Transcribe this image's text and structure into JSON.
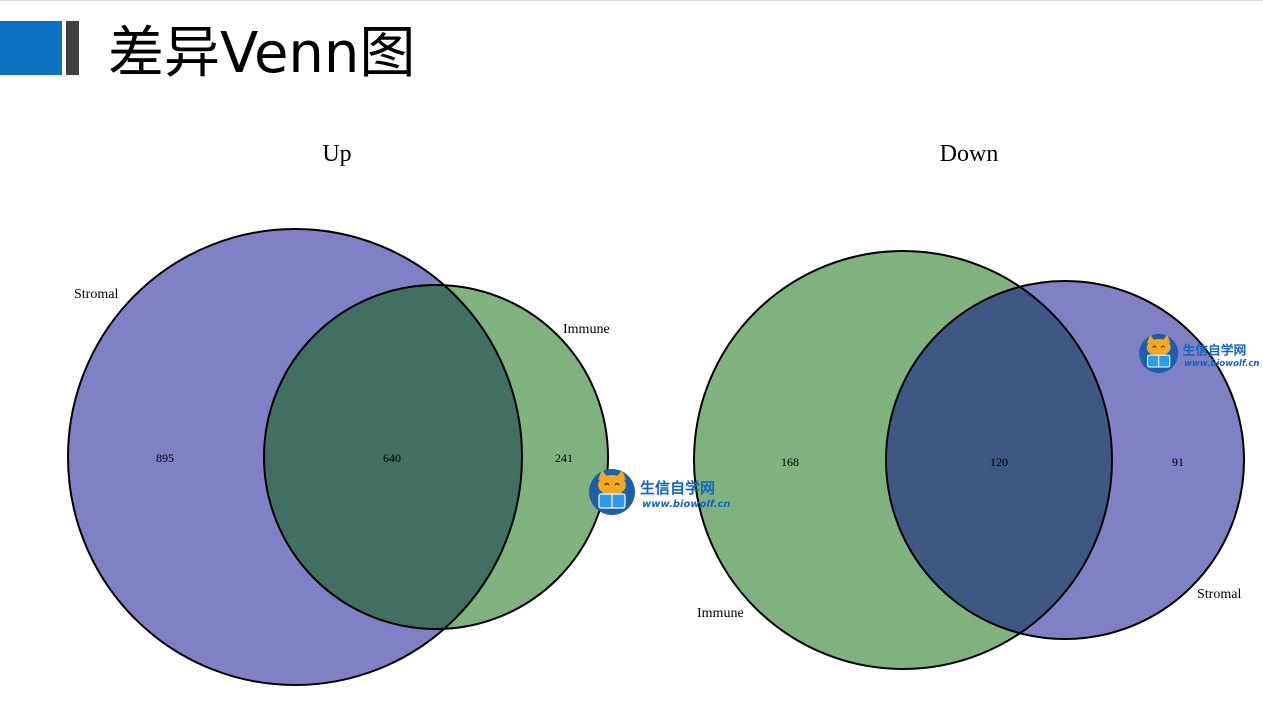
{
  "header": {
    "title": "差异Venn图",
    "accent_color": "#0d72c2",
    "bar_color": "#3f3f3f"
  },
  "colors": {
    "stromal_fill": "#8080c4",
    "immune_fill": "#80b280",
    "overlap_up": "#417062",
    "overlap_down": "#3f5783",
    "stroke": "#000000"
  },
  "venn_up": {
    "title": "Up",
    "set_a_label": "Stromal",
    "set_b_label": "Immune",
    "only_a": "895",
    "both": "640",
    "only_b": "241"
  },
  "venn_down": {
    "title": "Down",
    "set_a_label": "Immune",
    "set_b_label": "Stromal",
    "only_a": "168",
    "both": "120",
    "only_b": "91"
  },
  "watermark": {
    "name": "生信自学网",
    "url": "www.biowolf.cn"
  }
}
